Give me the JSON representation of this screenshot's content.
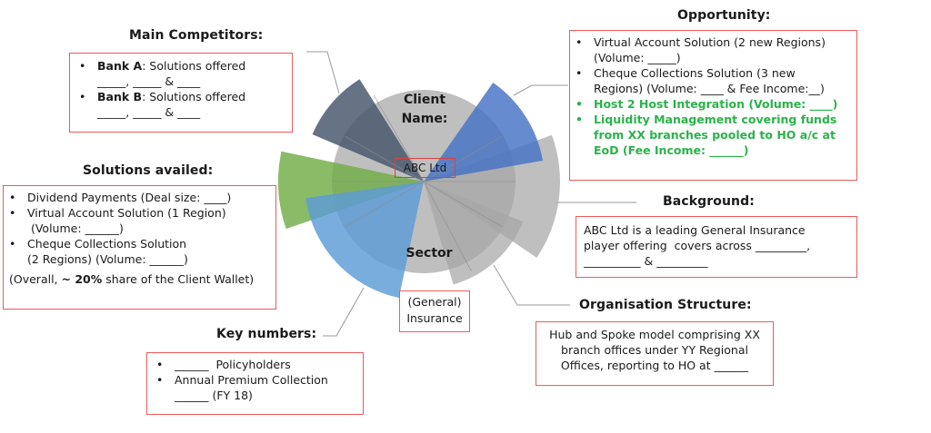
{
  "center": {
    "client_label_line1": "Client",
    "client_label_line2": "Name:",
    "client_name": "ABC Ltd",
    "sector_label": "Sector",
    "sector_value_line1": "(General)",
    "sector_value_line2": "Insurance"
  },
  "main_competitors": {
    "heading": "Main Competitors:",
    "items": [
      {
        "name": "Bank A",
        "text": ": Solutions offered",
        "blanks": "_____, _____ & ____"
      },
      {
        "name": "Bank B",
        "text": ": Solutions offered",
        "blanks": "_____, _____ & ____"
      }
    ]
  },
  "solutions_availed": {
    "heading": "Solutions availed:",
    "items": [
      {
        "line1": "Dividend Payments (Deal size: ____)",
        "line2": ""
      },
      {
        "line1": "Virtual Account Solution (1 Region)",
        "line2": " (Volume: ______)"
      },
      {
        "line1": "Cheque Collections Solution",
        "line2": "(2 Regions) (Volume: ______)"
      }
    ],
    "summary_prefix": "(Overall, ",
    "summary_bold": "~ 20%",
    "summary_suffix": " share of the Client Wallet)"
  },
  "key_numbers": {
    "heading": "Key numbers:",
    "items": [
      {
        "line1": "______  Policyholders",
        "line2": ""
      },
      {
        "line1": "Annual Premium Collection",
        "line2": "______ (FY 18)"
      }
    ]
  },
  "opportunity": {
    "heading": "Opportunity:",
    "items": [
      {
        "line1": "Virtual Account Solution (2 new Regions)",
        "line2": "(Volume: _____)",
        "line3": "",
        "highlight": false
      },
      {
        "line1": "Cheque Collections Solution (3 new",
        "line2": "Regions) (Volume: ____ & Fee Income:__)",
        "line3": "",
        "highlight": false
      },
      {
        "line1": "Host 2 Host Integration (Volume: ____)",
        "line2": "",
        "line3": "",
        "highlight": true
      },
      {
        "line1": "Liquidity Management covering funds",
        "line2": "from XX branches pooled to HO a/c at",
        "line3": "EoD (Fee Income: ______)",
        "highlight": true
      }
    ]
  },
  "background": {
    "heading": "Background:",
    "line1": "ABC Ltd is a leading General Insurance",
    "line2": "player offering  covers across _________,",
    "line3": "__________ & _________"
  },
  "organisation_structure": {
    "heading": "Organisation Structure:",
    "line1": "Hub and Spoke model comprising XX",
    "line2": "branch offices under YY Regional",
    "line3": "Offices, reporting to HO at ______"
  },
  "colors": {
    "box_border": "#ee5a5a",
    "highlight_text": "#2bb24a",
    "base_circle": "#bfbfbf",
    "competitors_wedge": "#44546a",
    "opportunity_wedge": "#4472c4",
    "background_wedge": "#a6a6a6",
    "org_wedge": "#a6a6a6",
    "solutions_wedge": "#70ad47",
    "keynumbers_wedge": "#5b9bd5"
  }
}
